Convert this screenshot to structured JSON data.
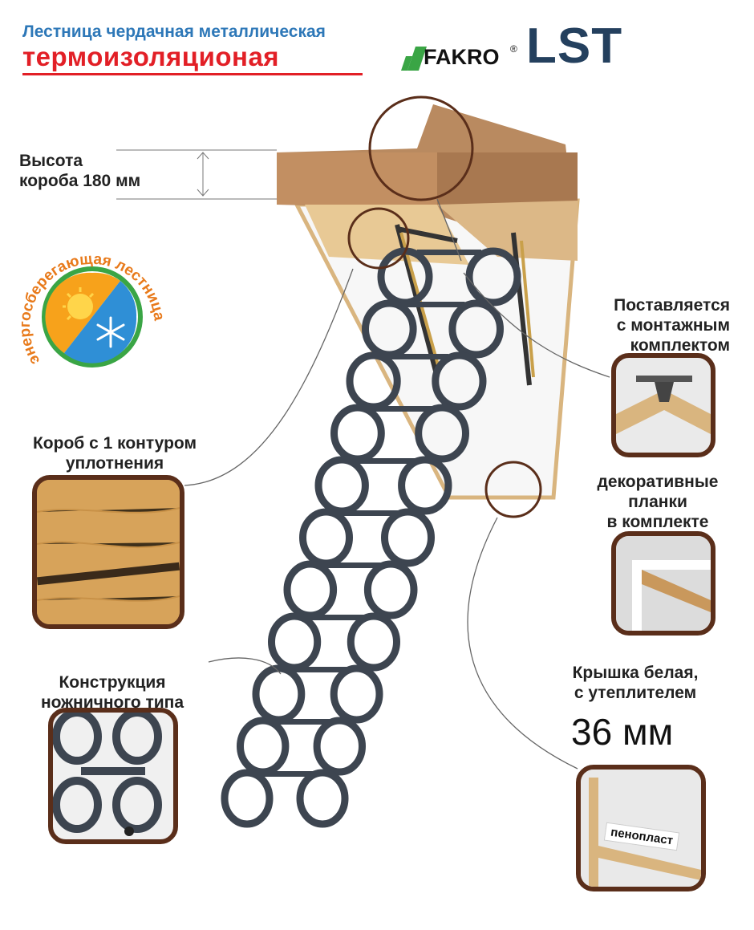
{
  "header": {
    "title_line1": "Лестница чердачная металлическая",
    "title_line2": "термоизоляционая",
    "brand": "FAKRO",
    "registered": "®",
    "model": "LST"
  },
  "badge": {
    "ring_text": "энергосберегающая лестница",
    "icons": [
      "sun-icon",
      "snowflake-icon"
    ]
  },
  "callouts": {
    "box_height": [
      "Высота",
      "короба 180 мм"
    ],
    "mounting_kit": [
      "Поставляется",
      "с монтажным",
      "комплектом"
    ],
    "seal": [
      "Короб с 1 контуром",
      "уплотнения"
    ],
    "trim": [
      "декоративные",
      "планки",
      "в комплекте"
    ],
    "scissor": [
      "Конструкция",
      "ножничного типа"
    ],
    "lid": [
      "Крышка белая,",
      "с утеплителем"
    ],
    "lid_thickness": "36 мм",
    "foam_label": "пенопласт"
  },
  "colors": {
    "title_blue": "#2e78b8",
    "title_red": "#e21f26",
    "model_navy": "#24405e",
    "frame_brown": "#5a2e1a",
    "ladder_steel": "#3d4550",
    "wood": "#d9b57f",
    "brand_green": "#3aa545"
  }
}
